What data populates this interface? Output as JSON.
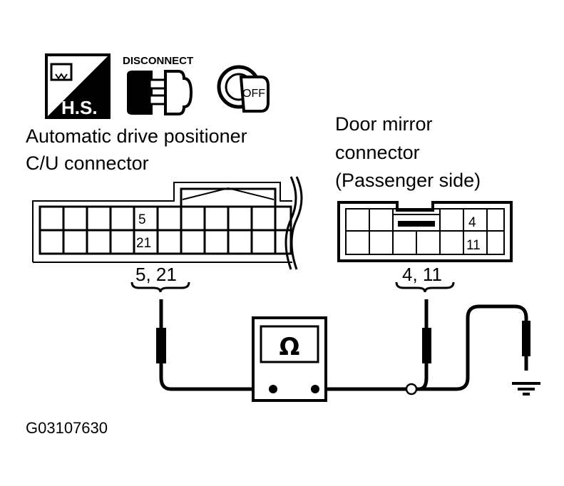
{
  "icons": {
    "harness_label": "H.S.",
    "disconnect_label": "DISCONNECT",
    "ignition_label": "OFF"
  },
  "left_connector": {
    "title_line1": "Automatic drive positioner",
    "title_line2": "C/U connector",
    "pin_top": "5",
    "pin_bottom": "21",
    "terminals": "5, 21"
  },
  "right_connector": {
    "title_line1": "Door mirror",
    "title_line2": "connector",
    "title_line3": "(Passenger side)",
    "pin_top": "4",
    "pin_bottom": "11",
    "terminals": "4, 11"
  },
  "meter": {
    "symbol": "Ω"
  },
  "figure_id": "G03107630"
}
